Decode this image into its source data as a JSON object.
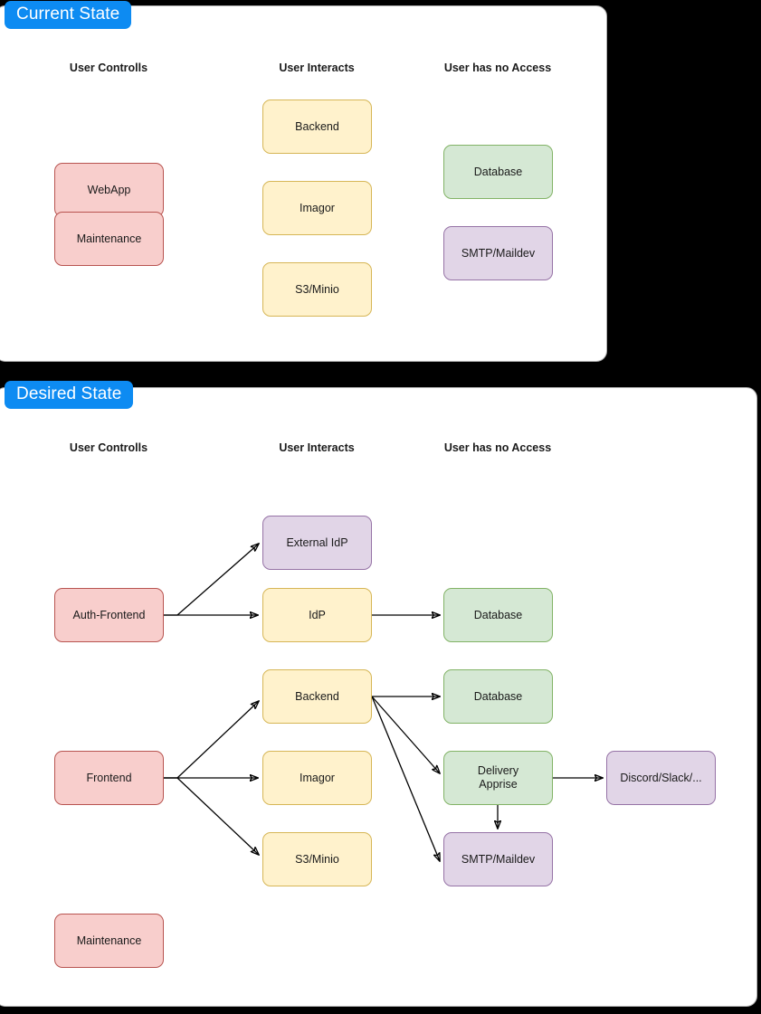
{
  "diagram": {
    "title_icon": "architecture-diagram",
    "panels": [
      {
        "id": "current",
        "badge": "Current State",
        "headers": [
          "User Controlls",
          "User Interacts",
          "User has no Access"
        ],
        "nodes": [
          {
            "id": "webapp",
            "label": "WebApp",
            "color": "pink",
            "column": "User Controlls"
          },
          {
            "id": "maintenance",
            "label": "Maintenance",
            "color": "pink",
            "column": "User Controlls"
          },
          {
            "id": "backend",
            "label": "Backend",
            "color": "yellow",
            "column": "User Interacts"
          },
          {
            "id": "imagor",
            "label": "Imagor",
            "color": "yellow",
            "column": "User Interacts"
          },
          {
            "id": "s3minio",
            "label": "S3/Minio",
            "color": "yellow",
            "column": "User Interacts"
          },
          {
            "id": "database",
            "label": "Database",
            "color": "green",
            "column": "User has no Access"
          },
          {
            "id": "smtp",
            "label": "SMTP/Maildev",
            "color": "purple",
            "column": "User has no Access"
          }
        ],
        "edges": []
      },
      {
        "id": "desired",
        "badge": "Desired State",
        "headers": [
          "User Controlls",
          "User Interacts",
          "User has no Access"
        ],
        "nodes": [
          {
            "id": "auth-frontend",
            "label": "Auth-Frontend",
            "color": "pink",
            "column": "User Controlls"
          },
          {
            "id": "frontend",
            "label": "Frontend",
            "color": "pink",
            "column": "User Controlls"
          },
          {
            "id": "maintenance2",
            "label": "Maintenance",
            "color": "pink",
            "column": "User Controlls"
          },
          {
            "id": "external-idp",
            "label": "External IdP",
            "color": "purple",
            "column": "User Interacts"
          },
          {
            "id": "idp",
            "label": "IdP",
            "color": "yellow",
            "column": "User Interacts"
          },
          {
            "id": "backend2",
            "label": "Backend",
            "color": "yellow",
            "column": "User Interacts"
          },
          {
            "id": "imagor2",
            "label": "Imagor",
            "color": "yellow",
            "column": "User Interacts"
          },
          {
            "id": "s3minio2",
            "label": "S3/Minio",
            "color": "yellow",
            "column": "User Interacts"
          },
          {
            "id": "database-idp",
            "label": "Database",
            "color": "green",
            "column": "User has no Access"
          },
          {
            "id": "database-be",
            "label": "Database",
            "color": "green",
            "column": "User has no Access"
          },
          {
            "id": "delivery",
            "label": "Delivery\nApprise",
            "color": "green",
            "column": "User has no Access"
          },
          {
            "id": "smtp2",
            "label": "SMTP/Maildev",
            "color": "purple",
            "column": "User has no Access"
          },
          {
            "id": "discord",
            "label": "Discord/Slack/...",
            "color": "purple",
            "column": "notification-sinks"
          }
        ],
        "edges": [
          {
            "from": "auth-frontend",
            "to": "external-idp"
          },
          {
            "from": "auth-frontend",
            "to": "idp"
          },
          {
            "from": "idp",
            "to": "database-idp"
          },
          {
            "from": "frontend",
            "to": "backend2"
          },
          {
            "from": "frontend",
            "to": "imagor2"
          },
          {
            "from": "frontend",
            "to": "s3minio2"
          },
          {
            "from": "backend2",
            "to": "database-be"
          },
          {
            "from": "backend2",
            "to": "delivery"
          },
          {
            "from": "backend2",
            "to": "smtp2"
          },
          {
            "from": "delivery",
            "to": "discord"
          },
          {
            "from": "delivery",
            "to": "smtp2"
          }
        ]
      }
    ],
    "colors": {
      "badge": "#0d8bf2",
      "pink_fill": "#f8cecc",
      "pink_stroke": "#b85450",
      "yellow_fill": "#fff2cc",
      "yellow_stroke": "#d6b656",
      "green_fill": "#d5e8d4",
      "green_stroke": "#82b366",
      "purple_fill": "#e1d5e7",
      "purple_stroke": "#9673a6",
      "edge": "#000000",
      "canvas": "#000000",
      "panel": "#ffffff"
    }
  }
}
